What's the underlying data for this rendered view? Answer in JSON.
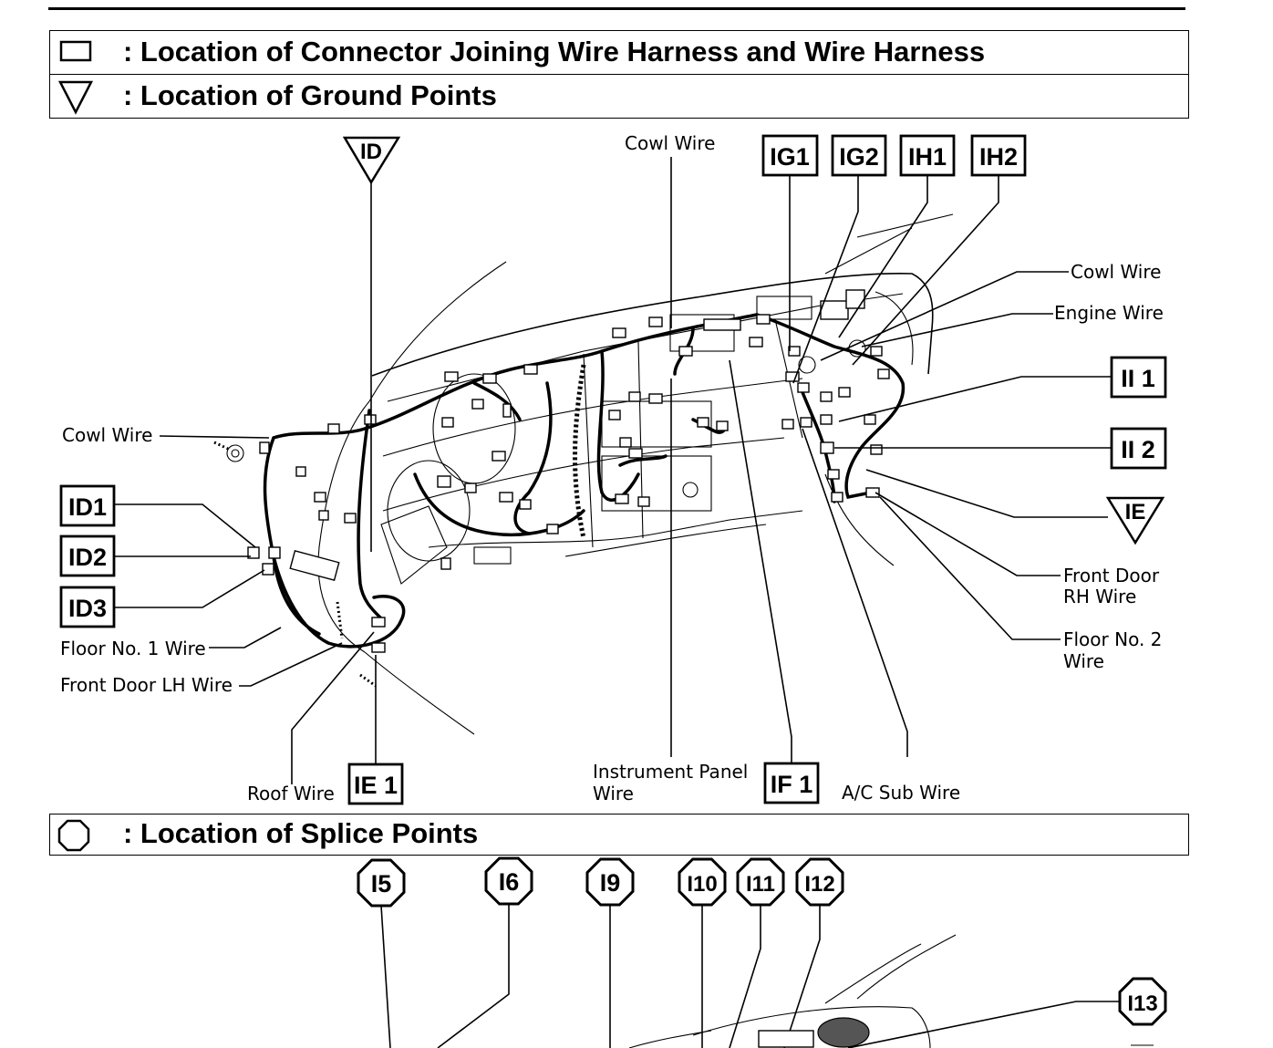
{
  "legend": {
    "connector_label": ": Location of Connector Joining Wire Harness and Wire Harness",
    "ground_label": ": Location of Ground Points",
    "splice_label": ": Location of Splice Points"
  },
  "ground_codes": {
    "id": "ID",
    "ie": "IE"
  },
  "connector_codes": {
    "ig1": "IG1",
    "ig2": "IG2",
    "ih1": "IH1",
    "ih2": "IH2",
    "ii1": "II 1",
    "ii2": "II 2",
    "id1": "ID1",
    "id2": "ID2",
    "id3": "ID3",
    "ie1": "IE 1",
    "if1": "IF 1"
  },
  "wire_labels": {
    "cowl_top": "Cowl Wire",
    "cowl_right": "Cowl Wire",
    "engine": "Engine Wire",
    "cowl_left": "Cowl Wire",
    "floor1": "Floor No. 1 Wire",
    "front_door_lh": "Front Door LH Wire",
    "roof": "Roof Wire",
    "ip_line1": "Instrument Panel",
    "ip_line2": "Wire",
    "ac_sub": "A/C Sub Wire",
    "fd_rh_line1": "Front Door",
    "fd_rh_line2": "RH Wire",
    "floor2_line1": "Floor No. 2",
    "floor2_line2": "Wire"
  },
  "splice_codes": [
    "I5",
    "I6",
    "I9",
    "I10",
    "I11",
    "I12",
    "I13"
  ]
}
